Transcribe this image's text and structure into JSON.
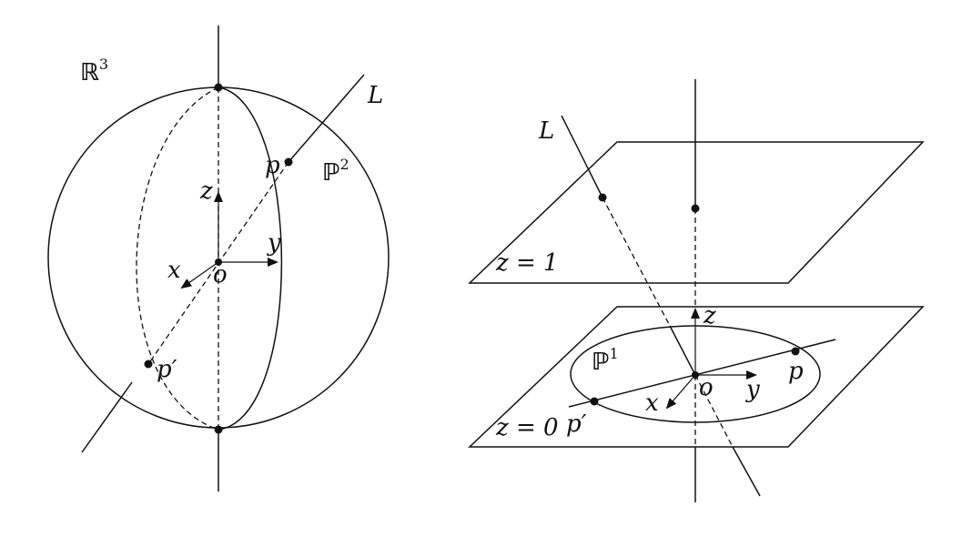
{
  "left_panel": {
    "space_label": "ℝ",
    "space_sup": "3",
    "plane_label": "ℙ",
    "plane_sup": "2",
    "line_label": "L",
    "point_p": "p",
    "point_p_prime": "p′",
    "origin": "o",
    "axis_x": "x",
    "axis_y": "y",
    "axis_z": "z"
  },
  "right_panel": {
    "line_label": "L",
    "plane_top_label": "z = 1",
    "plane_bottom_label": "z = 0",
    "line_space_label": "ℙ",
    "line_space_sup": "1",
    "point_p": "p",
    "point_p_prime": "p′",
    "origin": "o",
    "axis_x": "x",
    "axis_y": "y",
    "axis_z": "z"
  }
}
